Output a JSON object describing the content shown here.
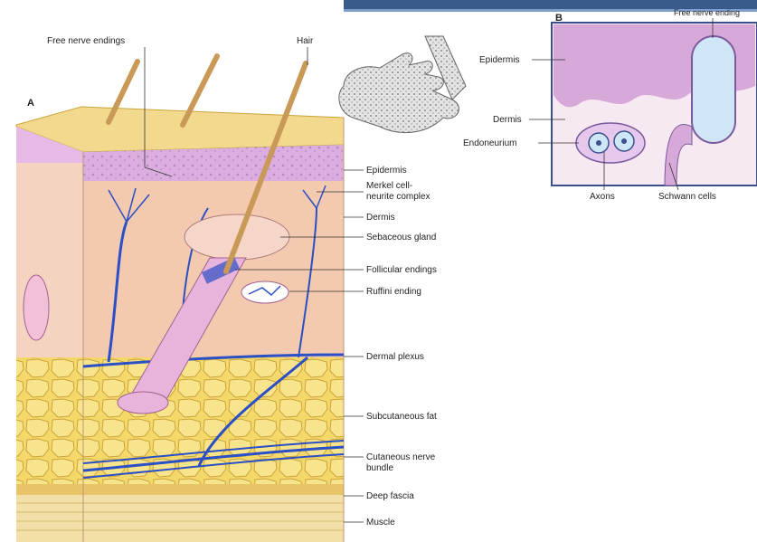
{
  "panel_a": {
    "letter": "A",
    "top_labels": {
      "free_nerve_endings": "Free nerve endings",
      "hair": "Hair"
    },
    "side_labels": {
      "epidermis": "Epidermis",
      "merkel_line1": "Merkel cell-",
      "merkel_line2": "neurite complex",
      "dermis": "Dermis",
      "sebaceous_gland": "Sebaceous gland",
      "follicular_endings": "Follicular endings",
      "ruffini_ending": "Ruffini ending",
      "dermal_plexus": "Dermal plexus",
      "subcutaneous_fat": "Subcutaneous fat",
      "cutaneous_line1": "Cutaneous nerve",
      "cutaneous_line2": "bundle",
      "deep_fascia": "Deep fascia",
      "muscle": "Muscle"
    }
  },
  "panel_b": {
    "letter": "B",
    "labels": {
      "free_nerve_ending": "Free nerve ending",
      "epidermis": "Epidermis",
      "dermis": "Dermis",
      "endoneurium": "Endoneurium",
      "axons": "Axons",
      "schwann_cells": "Schwann cells"
    }
  },
  "colors": {
    "banner": "#3a5a8c",
    "skin_top": "#f3d98e",
    "epidermis": "#d9a6d6",
    "dermis": "#f3c9b0",
    "fat": "#f5d86a",
    "fascia": "#f2cf7a",
    "muscle": "#f3dfa8",
    "nerve": "#2b4fc4",
    "follicle": "#e9b4dc",
    "panel_b_bg": "#f7e9f1",
    "panel_b_epidermis": "#d7a9d8",
    "schwann": "#cfe6f7"
  }
}
